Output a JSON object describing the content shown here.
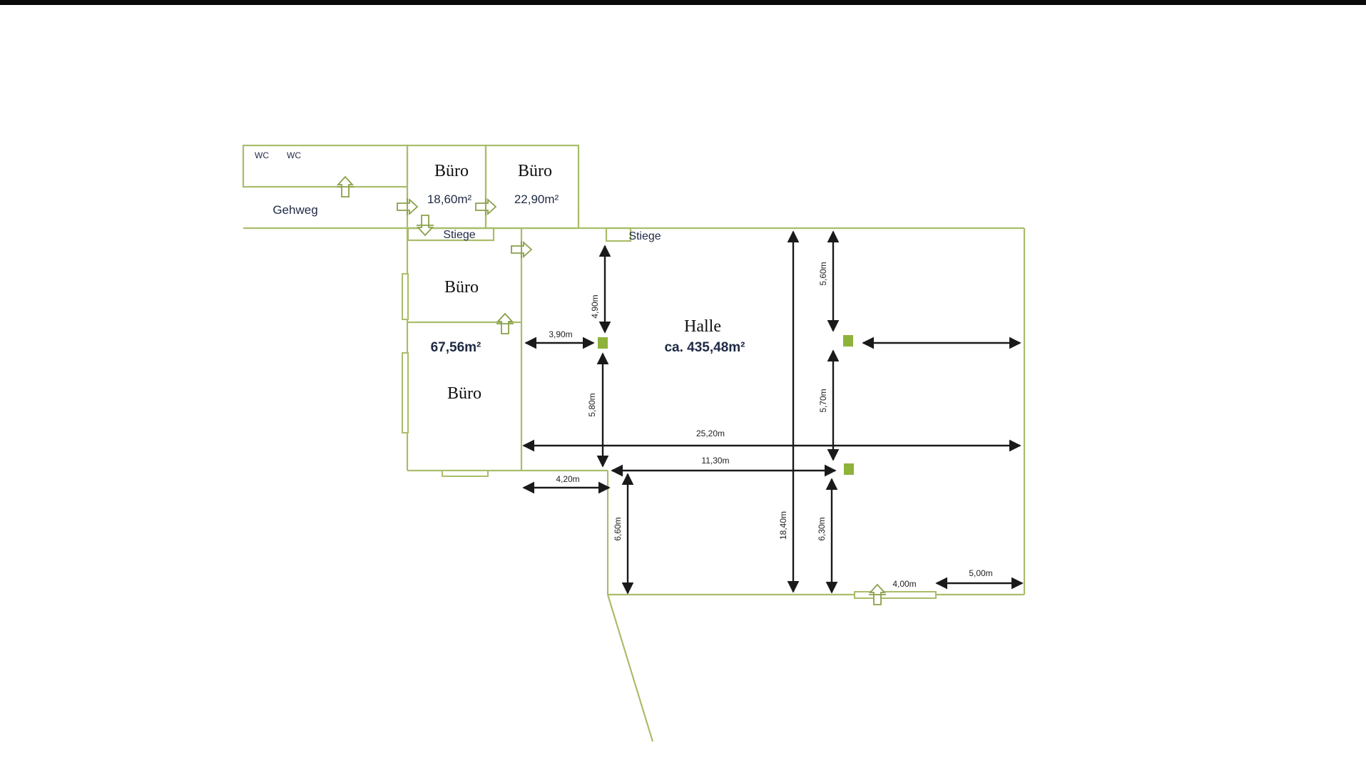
{
  "labels": {
    "wc1": "WC",
    "wc2": "WC",
    "gehweg": "Gehweg",
    "buero1_title": "Büro",
    "buero1_area": "18,60m²",
    "buero2_title": "Büro",
    "buero2_area": "22,90m²",
    "stiege1": "Stiege",
    "stiege2": "Stiege",
    "buero3_title": "Büro",
    "buero_combined_area": "67,56m²",
    "buero4_title": "Büro",
    "halle_title": "Halle",
    "halle_area": "ca. 435,48m²"
  },
  "dimensions": {
    "d_490": "4,90m",
    "d_560": "5,60m",
    "d_390": "3,90m",
    "d_580": "5,80m",
    "d_570": "5,70m",
    "d_2520": "25,20m",
    "d_1130": "11,30m",
    "d_420": "4,20m",
    "d_660": "6,60m",
    "d_1840": "18,40m",
    "d_630": "6,30m",
    "d_400": "4,00m",
    "d_500": "5,00m"
  },
  "colors": {
    "wall": "#a9bd6a",
    "pillar": "#8db33a",
    "dimension_line": "#1a1a1a"
  }
}
